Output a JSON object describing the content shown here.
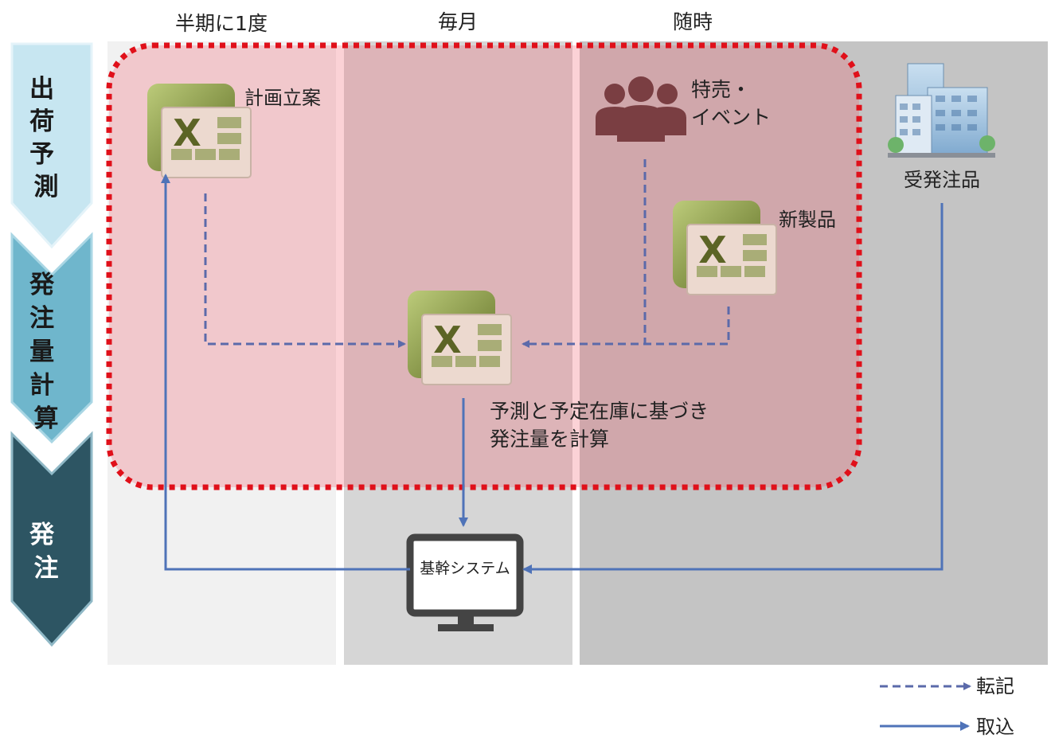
{
  "columns": {
    "half_yearly": "半期に1度",
    "monthly": "毎月",
    "anytime": "随時"
  },
  "stages": {
    "forecast": [
      "出",
      "荷",
      "予",
      "測"
    ],
    "order_calc": [
      "発",
      "注",
      "量",
      "計",
      "算"
    ],
    "order": [
      "発",
      "注"
    ]
  },
  "nodes": {
    "plan": "計画立案",
    "event_line1": "特売・",
    "event_line2": "イベント",
    "new_product": "新製品",
    "order_item": "受発注品",
    "calc_line1": "予測と予定在庫に基づき",
    "calc_line2": "発注量を計算",
    "core_system": "基幹システム"
  },
  "legend": {
    "transcribe": "転記",
    "import": "取込"
  },
  "colors": {
    "dashed_arrow": "#5b6aaa",
    "solid_arrow": "#4f73b8",
    "highlight_border": "#e0101a",
    "stage1": "#c7e6f1",
    "stage2": "#6fb6cc",
    "stage3": "#2d5563"
  }
}
